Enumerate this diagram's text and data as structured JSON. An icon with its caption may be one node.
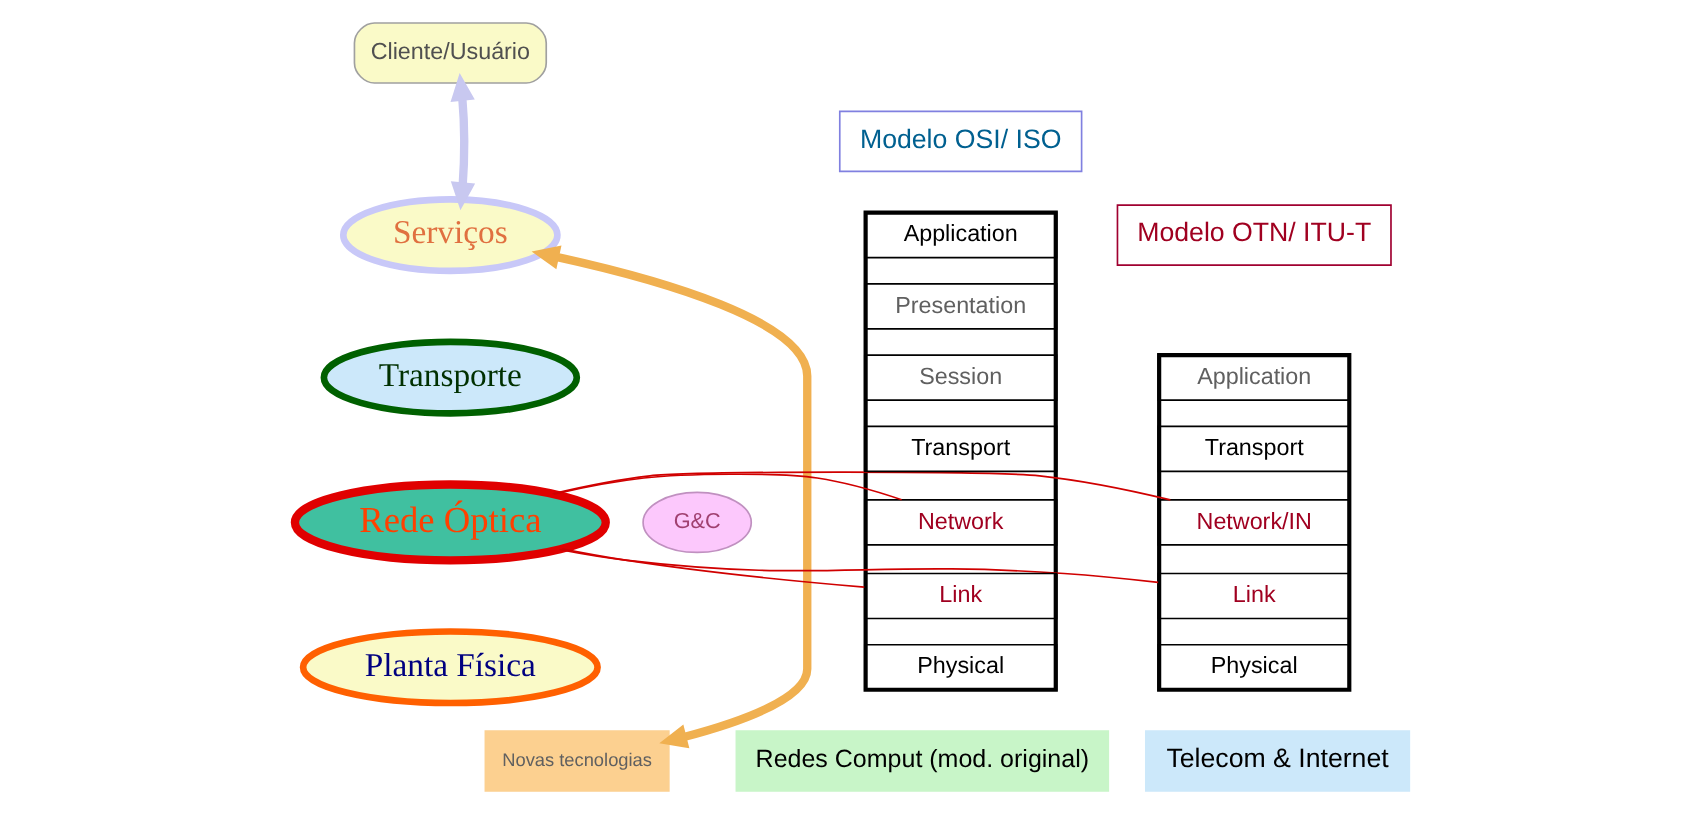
{
  "diagram": {
    "nodes": [
      {
        "text": [
          "Cliente/Usuário"
        ]
      },
      {
        "text": [
          "Serviços"
        ]
      },
      {
        "text": [
          "Transporte"
        ]
      },
      {
        "text": [
          "Rede Óptica"
        ]
      },
      {
        "text": [
          "Planta Física"
        ]
      },
      {
        "text": [
          "G&C"
        ]
      },
      {
        "text": [
          "Novas tecnologias"
        ]
      },
      {
        "text": [
          "Modelo OTN/ ITU-T"
        ]
      },
      {
        "text": [],
        "shape": "box"
      },
      {
        "text": [
          "Application"
        ],
        "in": 8
      },
      {
        "text": [
          "Transport"
        ],
        "in": 8
      },
      {
        "text": [
          "Network/IN"
        ],
        "in": 8
      },
      {
        "text": [
          "Link"
        ],
        "in": 8
      },
      {
        "text": [
          "Physical"
        ],
        "in": 8
      },
      {
        "text": [
          "Telecom & Internet"
        ]
      },
      {
        "text": [
          "Modelo OSI/ ISO"
        ]
      },
      {
        "text": [],
        "shape": "box"
      },
      {
        "text": [
          "Application"
        ],
        "in": 16
      },
      {
        "text": [
          "Presentation"
        ],
        "in": 16
      },
      {
        "text": [
          "Session"
        ],
        "in": 16
      },
      {
        "text": [
          "Transport"
        ],
        "in": 16
      },
      {
        "text": [
          "Network"
        ],
        "in": 16
      },
      {
        "text": [
          "Link"
        ],
        "in": 16
      },
      {
        "text": [
          "Physical"
        ],
        "in": 16
      },
      {
        "text": [
          "Redes Comput (mod. original)"
        ]
      }
    ],
    "edges": [
      {
        "from": 0,
        "to": 1,
        "arrow": "both",
        "style": "thick",
        "color": "#c8c8f0"
      },
      {
        "from": 1,
        "to": 6,
        "arrow": "both",
        "style": "thick",
        "color": "#f0b050"
      },
      {
        "from": 11,
        "to": 3,
        "arrow": "none"
      },
      {
        "from": 12,
        "to": 3,
        "arrow": "none"
      },
      {
        "from": 21,
        "to": 3,
        "arrow": "none"
      },
      {
        "from": 22,
        "to": 3,
        "arrow": "none"
      }
    ]
  }
}
